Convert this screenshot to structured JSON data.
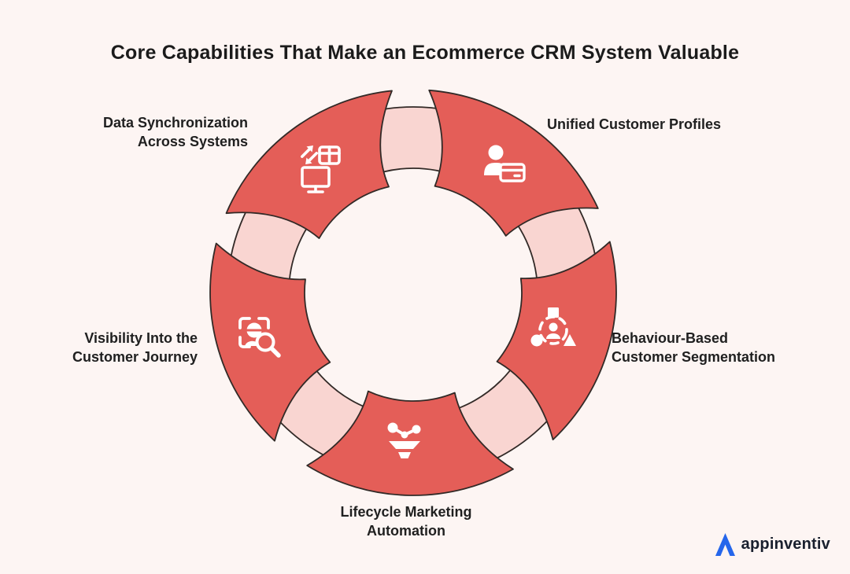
{
  "title": "Core Capabilities That Make an Ecommerce CRM System Valuable",
  "capabilities": [
    {
      "id": "data-sync",
      "icon": "sync-systems-icon",
      "lines": [
        "Data Synchronization",
        "Across Systems"
      ]
    },
    {
      "id": "unified-profiles",
      "icon": "customer-profile-icon",
      "lines": [
        "Unified Customer Profiles"
      ]
    },
    {
      "id": "segmentation",
      "icon": "customer-segmentation-icon",
      "lines": [
        "Behaviour-Based",
        "Customer Segmentation"
      ]
    },
    {
      "id": "lifecycle",
      "icon": "marketing-funnel-icon",
      "lines": [
        "Lifecycle Marketing",
        "Automation"
      ]
    },
    {
      "id": "visibility",
      "icon": "journey-search-icon",
      "lines": [
        "Visibility Into the",
        "Customer Journey"
      ]
    }
  ],
  "logo": {
    "brand": "appinventiv"
  },
  "colors": {
    "background": "#FDF5F3",
    "segment_red": "#E45E58",
    "ring_pink": "#F9D5D1",
    "outline": "#322A27",
    "icon_white": "#FFFFFF",
    "title_text": "#1B1B1B",
    "label_text": "#202020",
    "brand_blue": "#2566EB",
    "brand_text": "#19202E"
  }
}
